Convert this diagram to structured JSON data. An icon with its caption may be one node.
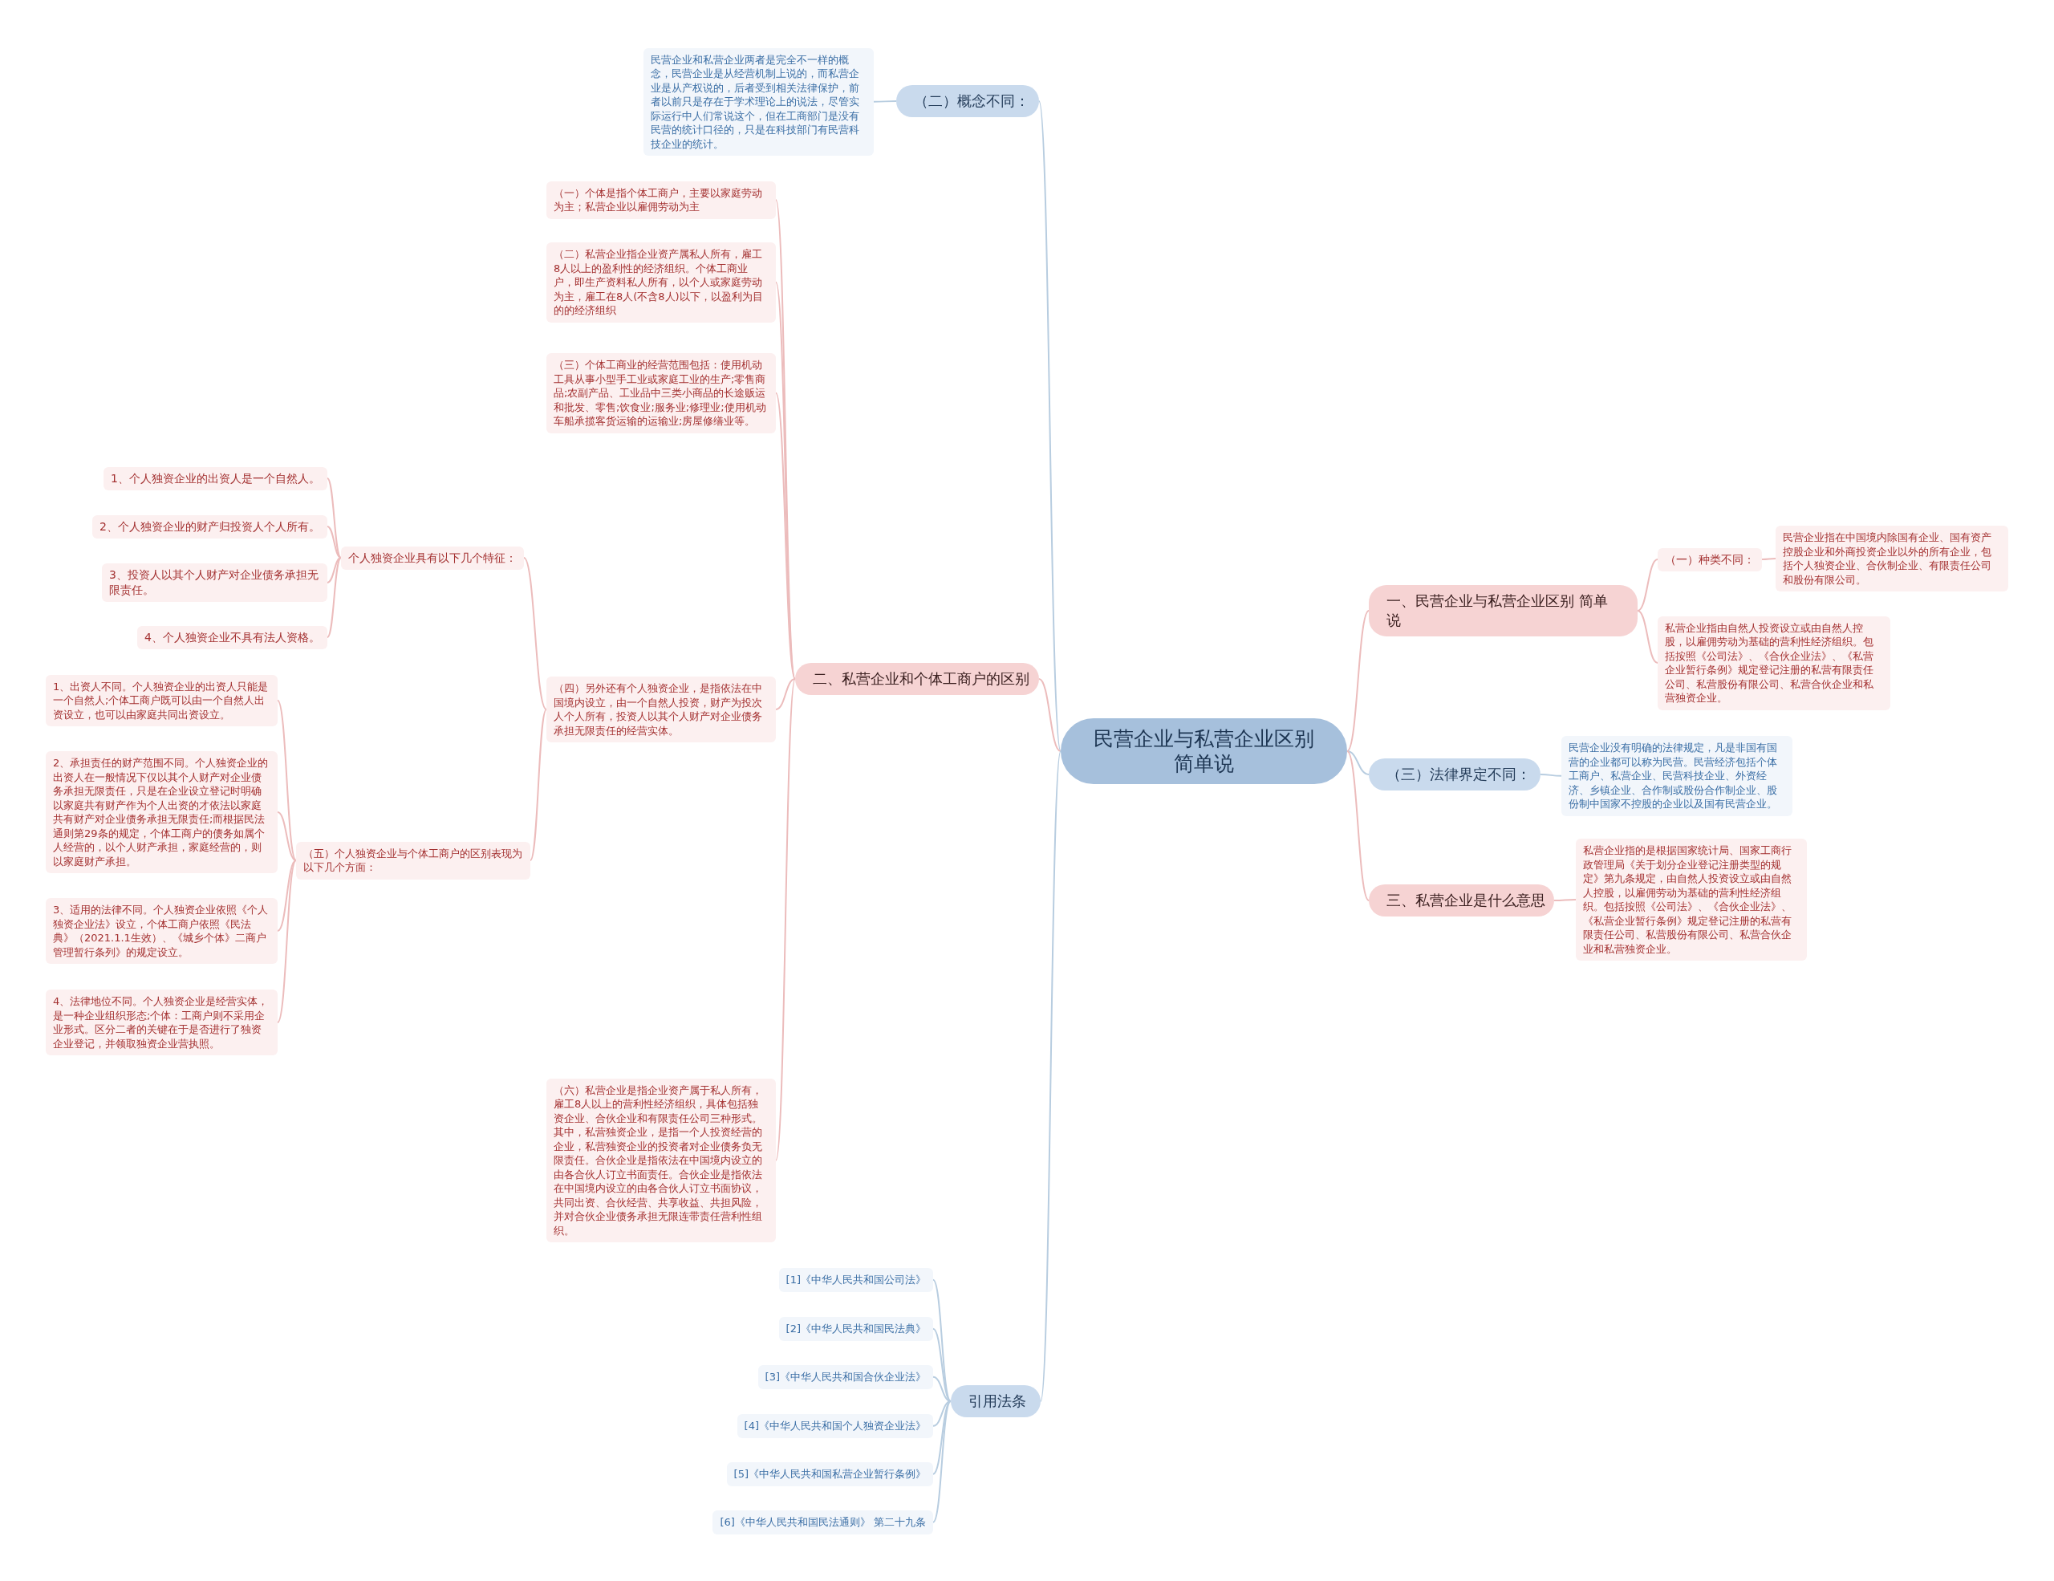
{
  "diagram": {
    "nodes": [
      {
        "text": [
          "民营企业与私营企业区别简单说"
        ]
      },
      {
        "text": [
          "（二）概念不同："
        ]
      },
      {
        "text": [
          "民营企业和私营企业两者是完全不一样的概念，民营企业是从经营机制上说的，而私营企业是从产权说的，后者受到相关法律保护，前者以前只是存在于学术理论上的说法，尽管实际运行中人们常说这个，但在工商部门是没有民营的统计口径的，只是在科技部门有民营科技企业的统计。"
        ]
      },
      {
        "text": [
          "二、私营企业和个体工商户的区别"
        ]
      },
      {
        "text": [
          "（一）个体是指个体工商户，主要以家庭劳动为主；私营企业以雇佣劳动为主"
        ]
      },
      {
        "text": [
          "（二）私营企业指企业资产属私人所有，雇工8人以上的盈利性的经济组织。个体工商业户，即生产资料私人所有，以个人或家庭劳动为主，雇工在8人(不含8人)以下，以盈利为目的的经济组织"
        ]
      },
      {
        "text": [
          "（三）个体工商业的经营范围包括：使用机动工具从事小型手工业或家庭工业的生产;零售商品;农副产品、工业品中三类小商品的长途贩运和批发、零售;饮食业;服务业;修理业;使用机动车船承揽客货运输的运输业;房屋修缮业等。"
        ]
      },
      {
        "text": [
          "（四）另外还有个人独资企业，是指依法在中国境内设立，由一个自然人投资，财产为投次人个人所有，投资人以其个人财产对企业债务承担无限责任的经营实体。"
        ]
      },
      {
        "text": [
          "个人独资企业具有以下几个特征："
        ]
      },
      {
        "text": [
          "1、个人独资企业的出资人是一个自然人。"
        ]
      },
      {
        "text": [
          "2、个人独资企业的财产归投资人个人所有。"
        ]
      },
      {
        "text": [
          "3、投资人以其个人财产对企业债务承担无限责任。"
        ]
      },
      {
        "text": [
          "4、个人独资企业不具有法人资格。"
        ]
      },
      {
        "text": [
          "（五）个人独资企业与个体工商户的区别表现为以下几个方面："
        ]
      },
      {
        "text": [
          "1、出资人不同。个人独资企业的出资人只能是一个自然人;个体工商户既可以由一个自然人出资设立，也可以由家庭共同出资设立。"
        ]
      },
      {
        "text": [
          "2、承担责任的财产范围不同。个人独资企业的出资人在一般情况下仅以其个人财产对企业债务承担无限责任，只是在企业设立登记时明确以家庭共有财产作为个人出资的才依法以家庭共有财产对企业债务承担无限责任;而根据民法通则第29条的规定，个体工商户的债务如属个人经营的，以个人财产承担，家庭经营的，则以家庭财产承担。"
        ]
      },
      {
        "text": [
          "3、适用的法律不同。个人独资企业依照《个人独资企业法》设立，个体工商户依照《民法典》（2021.1.1生效）、《城乡个体》二商户管理暂行条列》的规定设立。"
        ]
      },
      {
        "text": [
          "4、法律地位不同。个人独资企业是经营实体，是一种企业组织形态;个体：工商户则不采用企业形式。区分二者的关键在于是否进行了独资企业登记，并领取独资企业营执照。"
        ]
      },
      {
        "text": [
          "（六）私营企业是指企业资产属于私人所有，雇工8人以上的营利性经济组织，具体包括独资企业、合伙企业和有限责任公司三种形式。其中，私营独资企业，是指一个人投资经营的企业，私营独资企业的投资者对企业债务负无限责任。合伙企业是指依法在中国境内设立的由各合伙人订立书面责任。合伙企业是指依法在中国境内设立的由各合伙人订立书面协议，共同出资、合伙经营、共享收益、共担风险，并对合伙企业债务承担无限连带责任营利性组织。"
        ]
      },
      {
        "text": [
          "一、民营企业与私营企业区别 简单说"
        ]
      },
      {
        "text": [
          "（一）种类不同："
        ]
      },
      {
        "text": [
          "民营企业指在中国境内除国有企业、国有资产控股企业和外商投资企业以外的所有企业，包括个人独资企业、合伙制企业、有限责任公司和股份有限公司。"
        ]
      },
      {
        "text": [
          "私营企业指由自然人投资设立或由自然人控股，以雇佣劳动为基础的营利性经济组织。包括按照《公司法》、《合伙企业法》、《私营企业暂行条例》规定登记注册的私营有限责任公司、私营股份有限公司、私营合伙企业和私营独资企业。"
        ]
      },
      {
        "text": [
          "（三）法律界定不同："
        ]
      },
      {
        "text": [
          "民营企业没有明确的法律规定，凡是非国有国营的企业都可以称为民营。民营经济包括个体工商户、私营企业、民营科技企业、外资经济、乡镇企业、合作制或股份合作制企业、股份制中国家不控股的企业以及国有民营企业。"
        ]
      },
      {
        "text": [
          "三、私营企业是什么意思"
        ]
      },
      {
        "text": [
          "私营企业指的是根据国家统计局、国家工商行政管理局《关于划分企业登记注册类型的规定》第九条规定，由自然人投资设立或由自然人控股，以雇佣劳动为基础的营利性经济组织。包括按照《公司法》、《合伙企业法》、《私营企业暂行条例》规定登记注册的私营有限责任公司、私营股份有限公司、私营合伙企业和私营独资企业。"
        ]
      },
      {
        "text": [
          "引用法条"
        ]
      },
      {
        "text": [
          "[1]《中华人民共和国公司法》"
        ]
      },
      {
        "text": [
          "[2]《中华人民共和国民法典》"
        ]
      },
      {
        "text": [
          "[3]《中华人民共和国合伙企业法》"
        ]
      },
      {
        "text": [
          "[4]《中华人民共和国个人独资企业法》"
        ]
      },
      {
        "text": [
          "[5]《中华人民共和国私营企业暂行条例》"
        ]
      },
      {
        "text": [
          "[6]《中华人民共和国民法通则》 第二十九条"
        ]
      }
    ],
    "edges": [
      {
        "from": 0,
        "to": 1,
        "arrow": "none",
        "color": "#b8cde0"
      },
      {
        "from": 1,
        "to": 2,
        "arrow": "none",
        "color": "#b8cde0"
      },
      {
        "from": 0,
        "to": 3,
        "arrow": "none"
      },
      {
        "from": 3,
        "to": 4,
        "arrow": "none"
      },
      {
        "from": 3,
        "to": 5,
        "arrow": "none"
      },
      {
        "from": 3,
        "to": 6,
        "arrow": "none"
      },
      {
        "from": 3,
        "to": 7,
        "arrow": "none"
      },
      {
        "from": 7,
        "to": 8,
        "arrow": "none"
      },
      {
        "from": 8,
        "to": 9,
        "arrow": "none"
      },
      {
        "from": 8,
        "to": 10,
        "arrow": "none"
      },
      {
        "from": 8,
        "to": 11,
        "arrow": "none"
      },
      {
        "from": 8,
        "to": 12,
        "arrow": "none"
      },
      {
        "from": 7,
        "to": 13,
        "arrow": "none"
      },
      {
        "from": 13,
        "to": 14,
        "arrow": "none"
      },
      {
        "from": 13,
        "to": 15,
        "arrow": "none"
      },
      {
        "from": 13,
        "to": 16,
        "arrow": "none"
      },
      {
        "from": 13,
        "to": 17,
        "arrow": "none"
      },
      {
        "from": 3,
        "to": 18,
        "arrow": "none"
      },
      {
        "from": 0,
        "to": 19,
        "arrow": "none"
      },
      {
        "from": 19,
        "to": 20,
        "arrow": "none"
      },
      {
        "from": 20,
        "to": 21,
        "arrow": "none"
      },
      {
        "from": 19,
        "to": 22,
        "arrow": "none"
      },
      {
        "from": 0,
        "to": 23,
        "arrow": "none",
        "color": "#b8cde0"
      },
      {
        "from": 23,
        "to": 24,
        "arrow": "none",
        "color": "#b8cde0"
      },
      {
        "from": 0,
        "to": 25,
        "arrow": "none"
      },
      {
        "from": 25,
        "to": 26,
        "arrow": "none"
      },
      {
        "from": 0,
        "to": 27,
        "arrow": "none",
        "color": "#b8cde0"
      },
      {
        "from": 27,
        "to": 28,
        "arrow": "none",
        "color": "#b8cde0"
      },
      {
        "from": 27,
        "to": 29,
        "arrow": "none",
        "color": "#b8cde0"
      },
      {
        "from": 27,
        "to": 30,
        "arrow": "none",
        "color": "#b8cde0"
      },
      {
        "from": 27,
        "to": 31,
        "arrow": "none",
        "color": "#b8cde0"
      },
      {
        "from": 27,
        "to": 32,
        "arrow": "none",
        "color": "#b8cde0"
      },
      {
        "from": 27,
        "to": 33,
        "arrow": "none",
        "color": "#b8cde0"
      }
    ]
  }
}
